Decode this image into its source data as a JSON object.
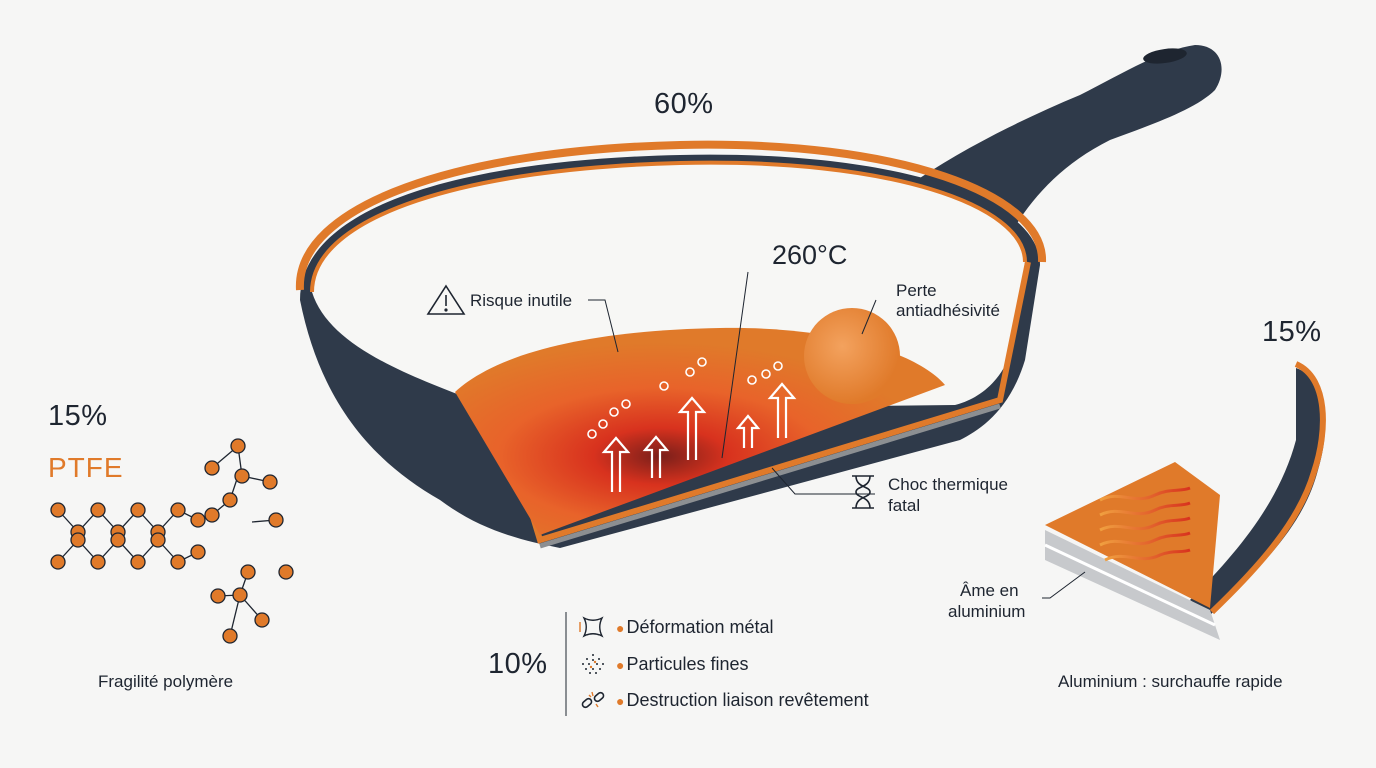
{
  "main_pan": {
    "percent": "60%",
    "temperature": "260°C",
    "callouts": {
      "risk": "Risque inutile",
      "loss_line1": "Perte",
      "loss_line2": "antiadhésivité",
      "shock_line1": "Choc thermique",
      "shock_line2": "fatal"
    }
  },
  "left_panel": {
    "percent": "15%",
    "title": "PTFE",
    "caption": "Fragilité polymère"
  },
  "right_panel": {
    "percent": "15%",
    "core_line1": "Âme en",
    "core_line2": "aluminium",
    "caption": "Aluminium : surchauffe rapide"
  },
  "bottom_legend": {
    "percent": "10%",
    "items": [
      {
        "icon": "deformation-icon",
        "label": "Déformation métal"
      },
      {
        "icon": "particles-icon",
        "label": "Particules fines"
      },
      {
        "icon": "broken-link-icon",
        "label": "Destruction liaison revêtement"
      }
    ]
  },
  "colors": {
    "orange": "#e07a2a",
    "dark_blue": "#2f3a4a",
    "heat_red": "#d8321e",
    "background": "#f6f6f5"
  }
}
